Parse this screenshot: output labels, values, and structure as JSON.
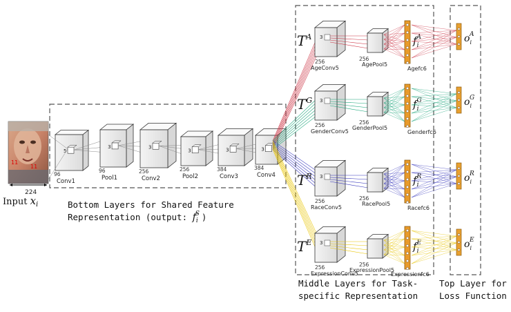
{
  "input": {
    "label": "Input",
    "var": "x",
    "sub": "i",
    "size": "224",
    "kernel_marks": "11"
  },
  "bottom": {
    "caption_line1": "Bottom Layers for Shared Feature",
    "caption_line2": "Representation (output:",
    "caption_var": "f",
    "caption_sub": "i",
    "caption_sup": "S",
    "caption_end": ")",
    "layers": [
      {
        "name": "Conv1",
        "channels": "96",
        "kernel": "5"
      },
      {
        "name": "Pool1",
        "channels": "96",
        "kernel": "3"
      },
      {
        "name": "Conv2",
        "channels": "256",
        "kernel": "3"
      },
      {
        "name": "Pool2",
        "channels": "256",
        "kernel": "3"
      },
      {
        "name": "Conv3",
        "channels": "384",
        "kernel": "3"
      },
      {
        "name": "Conv4",
        "channels": "384",
        "kernel": "3"
      }
    ]
  },
  "middle": {
    "caption_line1": "Middle Layers for Task-",
    "caption_line2": "specific Representation",
    "tasks": [
      {
        "key": "A",
        "conv": "AgeConv5",
        "pool": "AgePool5",
        "fc": "Agefc6",
        "channels": "256",
        "color": "#cc3344"
      },
      {
        "key": "G",
        "conv": "GenderConv5",
        "pool": "GenderPool5",
        "fc": "Genderfc6",
        "channels": "256",
        "color": "#1aa57a"
      },
      {
        "key": "R",
        "conv": "RaceConv5",
        "pool": "RacePool5",
        "fc": "Racefc6",
        "channels": "256",
        "color": "#3333bb"
      },
      {
        "key": "E",
        "conv": "ExpressionConv5",
        "pool": "ExpressionPool5",
        "fc": "Expressionfc6",
        "channels": "256",
        "color": "#e8c400"
      }
    ],
    "task_symbol": "T",
    "feature_var": "f",
    "feature_sub": "i",
    "kernel": "3"
  },
  "top": {
    "caption_line1": "Top Layer for",
    "caption_line2": "Loss Function",
    "output_var": "o",
    "output_sub": "i"
  },
  "colors": {
    "border": "#555555",
    "fc_fill": "#e89a2a",
    "fc_stroke": "#8a5a10",
    "out_fill": "#e8a030"
  }
}
